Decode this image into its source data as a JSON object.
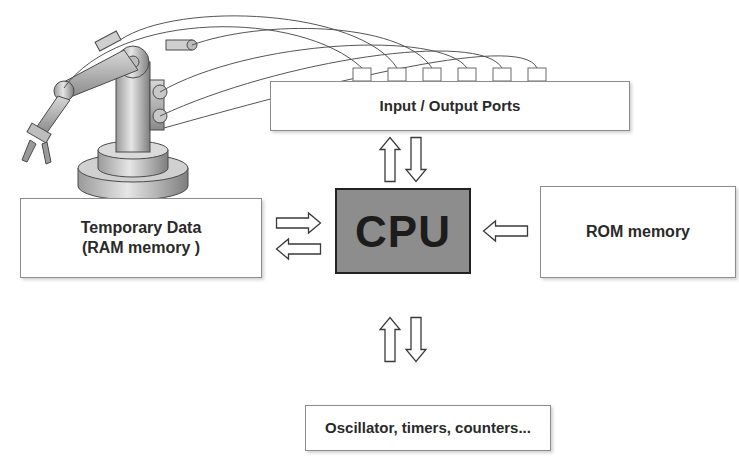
{
  "diagram": {
    "nodes": [
      {
        "text": [
          "Input / Output Ports"
        ]
      },
      {
        "text": [
          "Temporary Data (RAM memory )"
        ]
      },
      {
        "text": [
          "CPU"
        ]
      },
      {
        "text": [
          "ROM memory"
        ]
      },
      {
        "text": [
          "Oscillator, timers, counters..."
        ]
      }
    ],
    "edges": [
      {
        "from": 2,
        "to": 0,
        "arrow": "to"
      },
      {
        "from": 0,
        "to": 2,
        "arrow": "to"
      },
      {
        "from": 1,
        "to": 2,
        "arrow": "to"
      },
      {
        "from": 2,
        "to": 1,
        "arrow": "to"
      },
      {
        "from": 3,
        "to": 2,
        "arrow": "to"
      },
      {
        "from": 4,
        "to": 2,
        "arrow": "to"
      },
      {
        "from": 2,
        "to": 4,
        "arrow": "to"
      }
    ]
  }
}
